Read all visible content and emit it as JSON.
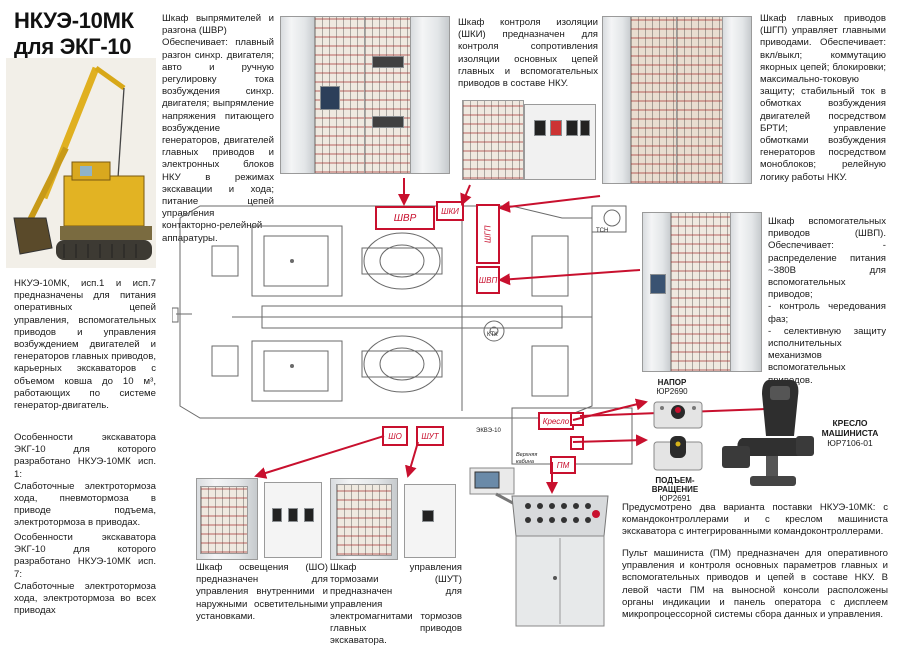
{
  "title_line1": "НКУЭ-10МК",
  "title_line2": "для ЭКГ-10",
  "shvr": {
    "p1": "Шкаф выпрямителей и разгона (ШВР)",
    "p2": "Обеспечивает: плавный разгон синхр. двигателя; авто и ручную регулировку тока возбуждения синхр. двигателя; выпрямление напряжения питающего возбуждение генераторов, двигателей главных приводов и электронных блоков НКУ в режимах экскавации и хода; питание цепей управления контакторно-релейной аппаратуры."
  },
  "shki": "Шкаф контроля изоляции (ШКИ) предназначен для контроля сопротивления изоляции основных цепей главных и вспомогательных приводов в составе НКУ.",
  "shgp": "Шкаф главных приводов (ШГП) управляет главными приводами. Обеспечивает: вкл/выкл; коммутацию якорных цепей; блокировки; максимально-токовую защиту; стабильный ток в обмотках возбуждения двигателей посредством БРТИ; управление обмотками возбуждения генераторов посредством моноблоков; релейную логику работы НКУ.",
  "shvp": {
    "p1": "Шкаф вспомогательных приводов (ШВП). Обеспечивает: - распределение питания ~380В для вспомогательных приводов;",
    "p2": "- контроль чередования фаз;",
    "p3": "- селективную защиту исполнительных механизмов вспомогательных приводов."
  },
  "intro": "НКУЭ-10МК, исп.1 и исп.7 предназначены для питания оперативных цепей управления, вспомогательных приводов и управления возбуждением двигателей и генераторов главных приводов, карьерных экскаваторов с объемом ковша до 10 м³, работающих по системе генератор-двигатель.",
  "isp1": {
    "p1": "Особенности экскаватора ЭКГ-10 для которого разработано НКУЭ-10МК исп. 1:",
    "p2": "Слаботочные электротормоза хода, пневмотормоза в приводе подъема, электротормоза в приводах."
  },
  "isp7": {
    "p1": "Особенности экскаватора ЭКГ-10 для которого разработано НКУЭ-10МК исп. 7:",
    "p2": "Слаботочные электротормоза хода, электротормоза во всех приводах"
  },
  "sho": "Шкаф освещения (ШО) предназначен для управления внутренними и наружными осветительными установками.",
  "shut": "Шкаф управления тормозами (ШУТ) предназначен для управления электромагнитами тормозов главных приводов экскаватора.",
  "komandokontroller_note": "Предусмотрено два варианта поставки НКУЭ-10МК: с командоконтроллерами и с креслом машиниста экскаватора с интегрированными командоконтроллерами.",
  "pm_note": "Пульт машиниста (ПМ) предназначен для оперативного управления и контроля основных параметров главных и вспомогательных приводов и цепей в составе НКУ. В левой части ПМ на выносной консоли расположены органы индикации и панель оператора с дисплеем микропроцессорной системы сбора данных и управления.",
  "napor": {
    "label": "НАПОР",
    "code": "ЮР2690"
  },
  "podem": {
    "label": "ПОДЪЕМ-ВРАЩЕНИЕ",
    "code": "ЮР2691"
  },
  "chair": {
    "label": "КРЕСЛО МАШИНИСТА",
    "code": "ЮР7106-01"
  },
  "plan_labels": {
    "shvr": "ШВР",
    "shki": "ШКИ",
    "shgp": "ШГП",
    "shvp": "ШВП",
    "sho": "ШО",
    "shut": "ШУТ",
    "pm": "ПМ",
    "kreslo": "Кресло",
    "ktk": "КТК",
    "tsn": "ТСН",
    "ekg": "ЭКВЭ-10",
    "cabin_1": "Верхняя",
    "cabin_2": "кабина"
  },
  "colors": {
    "accent": "#c8102e",
    "text": "#1a1a1a"
  }
}
